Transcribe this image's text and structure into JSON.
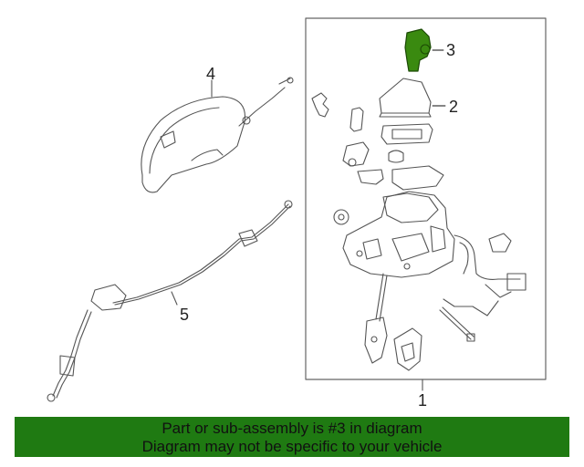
{
  "callouts": {
    "part_1": "1",
    "part_2": "2",
    "part_3": "3",
    "part_4": "4",
    "part_5": "5"
  },
  "highlight": {
    "part_number": "3",
    "color": "#3a8a10"
  },
  "banner": {
    "line1": "Part or sub-assembly is #3 in diagram",
    "line2": "Diagram may not be specific to your vehicle",
    "background": "#1f7a12"
  }
}
